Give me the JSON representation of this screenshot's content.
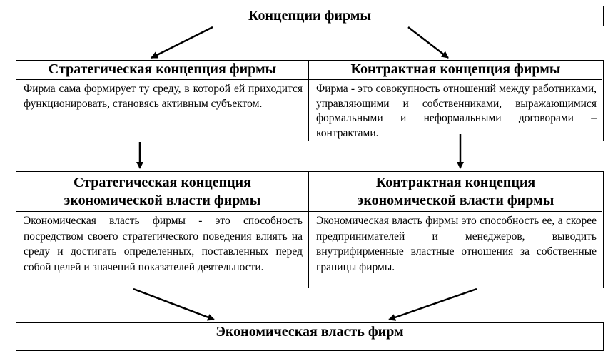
{
  "top": {
    "title": "Концепции фирмы"
  },
  "row1": {
    "left": {
      "title": "Стратегическая концепция фирмы",
      "text": "Фирма сама формирует ту среду, в которой ей приходится функционировать, становясь активным субъектом."
    },
    "right": {
      "title": "Контрактная концепция фирмы",
      "text": "Фирма - это совокупность отношений между работниками, управляющими и собственниками, выражающимися формальными и неформальными договорами – контрактами."
    }
  },
  "row2": {
    "left": {
      "title_line1": "Стратегическая концепция",
      "title_line2": "экономической власти фирмы",
      "text": "Экономическая власть фирмы - это способность посредством своего стратегического поведения влиять на среду и достигать определенных, поставленных перед собой целей и значений показателей деятельности."
    },
    "right": {
      "title_line1": "Контрактная концепция",
      "title_line2": "экономической власти фирмы",
      "text": "Экономическая власть фирмы это способность ее, а скорее предпринимателей и менеджеров, выводить внутрифирменные властные отношения за собственные границы фирмы."
    }
  },
  "bottom": {
    "title": "Экономическая власть фирм"
  }
}
